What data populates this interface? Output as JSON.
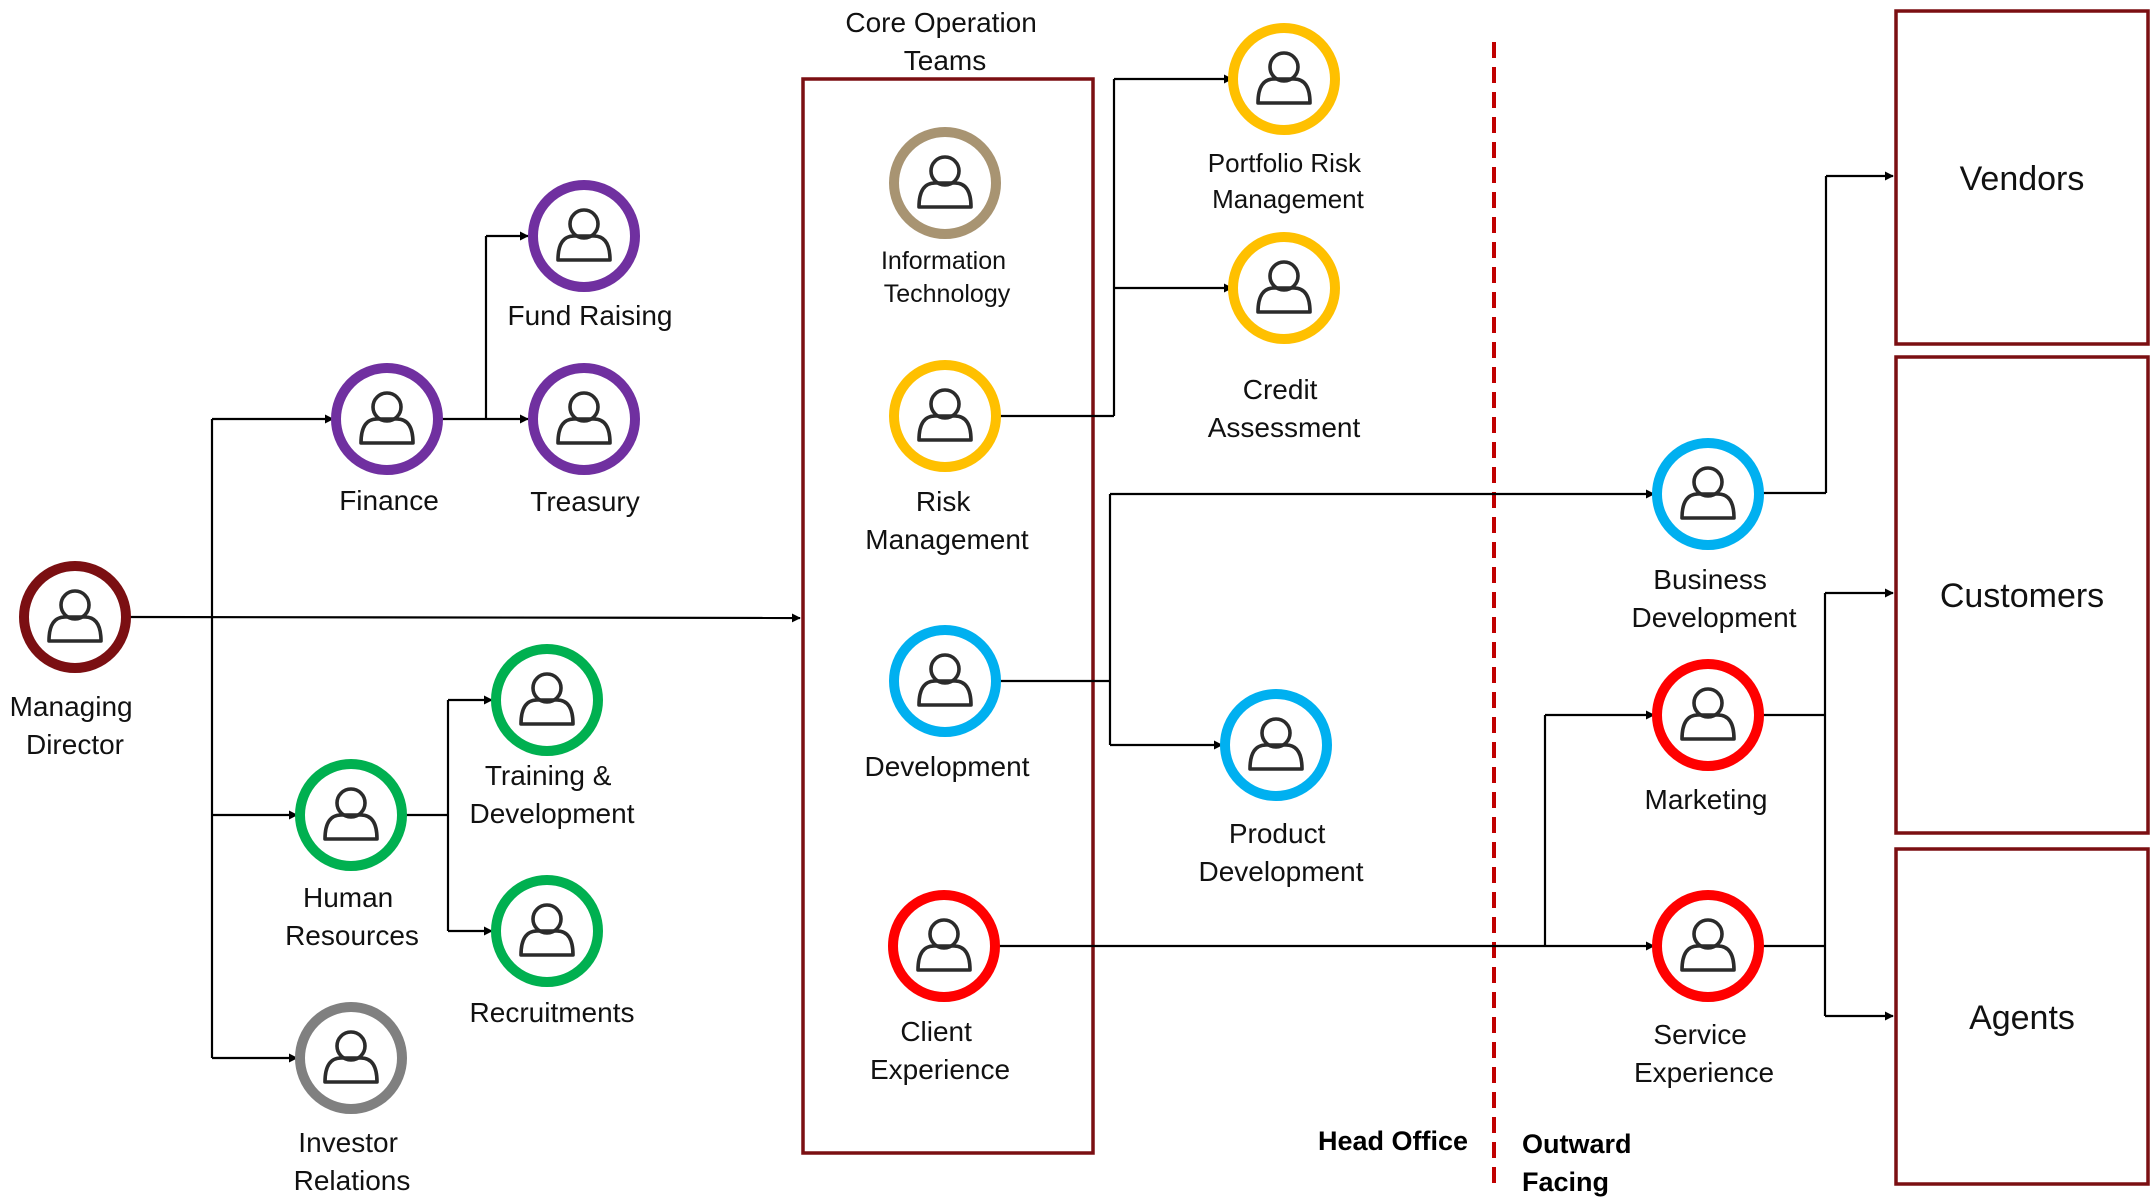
{
  "groups": {
    "core_title": [
      "Core Operation",
      "Teams"
    ],
    "head_office": "Head Office",
    "outward_facing": [
      "Outward",
      "Facing"
    ]
  },
  "colors": {
    "managing": "#7b0f12",
    "finance": "#7030a0",
    "hr": "#00b050",
    "investor": "#808080",
    "it": "#a89472",
    "risk": "#ffc000",
    "development": "#00b0f0",
    "client": "#ff0000",
    "box_border": "#7b0f12",
    "divider": "#c00000"
  },
  "nodes": {
    "managing_director": {
      "label": [
        "Managing",
        "Director"
      ],
      "icon": "person-icon"
    },
    "finance": {
      "label": [
        "Finance"
      ],
      "icon": "person-icon"
    },
    "fund_raising": {
      "label": [
        "Fund Raising"
      ],
      "icon": "person-icon"
    },
    "treasury": {
      "label": [
        "Treasury"
      ],
      "icon": "person-icon"
    },
    "human_resources": {
      "label": [
        "Human",
        "Resources"
      ],
      "icon": "person-icon"
    },
    "training_development": {
      "label": [
        "Training &",
        "Development"
      ],
      "icon": "person-icon"
    },
    "recruitments": {
      "label": [
        "Recruitments"
      ],
      "icon": "person-icon"
    },
    "investor_relations": {
      "label": [
        "Investor",
        "Relations"
      ],
      "icon": "person-icon"
    },
    "information_technology": {
      "label": [
        "Information",
        "Technology"
      ],
      "icon": "person-icon"
    },
    "risk_management": {
      "label": [
        "Risk",
        "Management"
      ],
      "icon": "person-icon"
    },
    "development": {
      "label": [
        "Development"
      ],
      "icon": "person-icon"
    },
    "client_experience": {
      "label": [
        "Client",
        "Experience"
      ],
      "icon": "person-icon"
    },
    "portfolio_risk": {
      "label": [
        "Portfolio Risk",
        "Management"
      ],
      "icon": "person-icon"
    },
    "credit_assessment": {
      "label": [
        "Credit",
        "Assessment"
      ],
      "icon": "person-icon"
    },
    "product_development": {
      "label": [
        "Product",
        "Development"
      ],
      "icon": "person-icon"
    },
    "business_development": {
      "label": [
        "Business",
        "Development"
      ],
      "icon": "person-icon"
    },
    "marketing": {
      "label": [
        "Marketing"
      ],
      "icon": "person-icon"
    },
    "service_experience": {
      "label": [
        "Service",
        "Experience"
      ],
      "icon": "person-icon"
    }
  },
  "boxes": {
    "vendors": "Vendors",
    "customers": "Customers",
    "agents": "Agents"
  }
}
